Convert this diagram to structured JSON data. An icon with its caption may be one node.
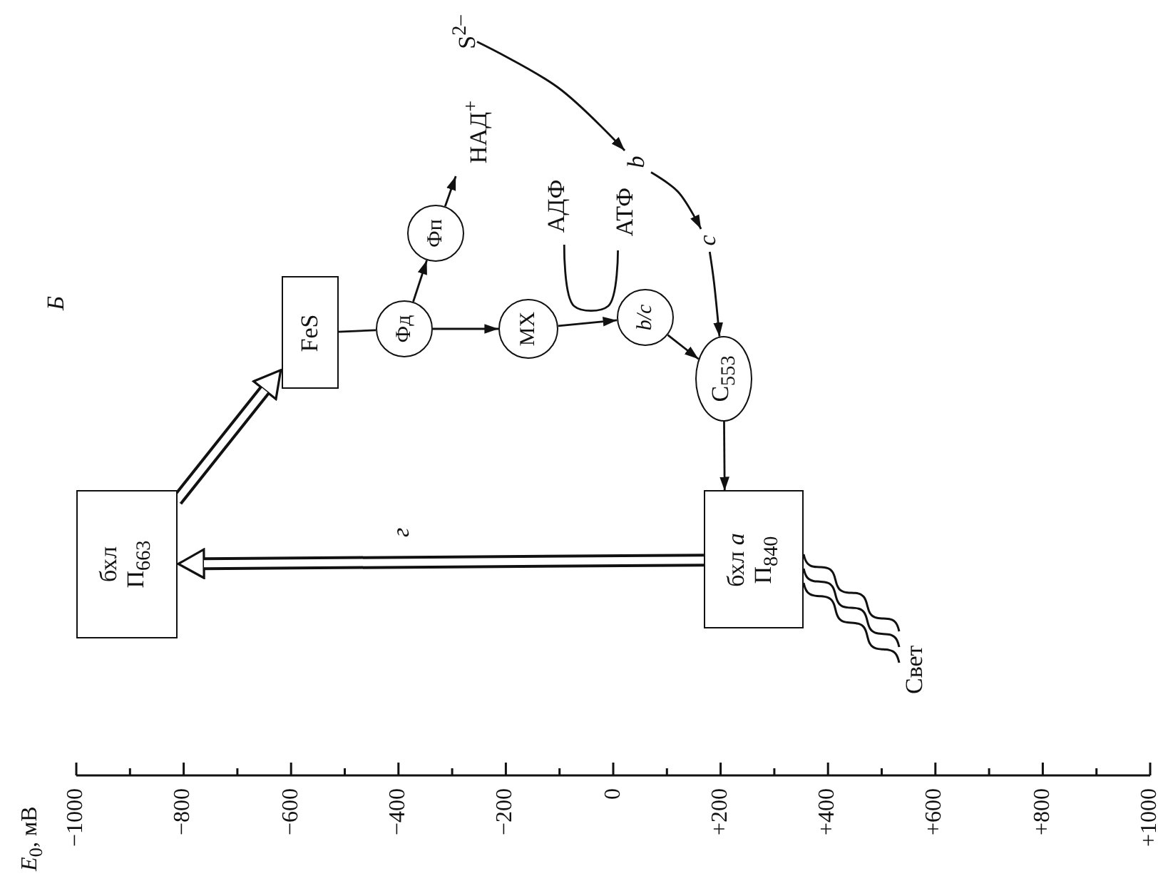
{
  "diagram": {
    "nodes": [
      {
        "text": [
          "FeS"
        ]
      },
      {
        "text": [
          "Фд"
        ]
      },
      {
        "text": [
          "Фп"
        ]
      },
      {
        "text": [
          "НАД$^{+}$"
        ]
      },
      {
        "text": [
          "S$^{2–}$"
        ]
      },
      {
        "text": [
          "МХ"
        ]
      },
      {
        "text": [
          "АДФ"
        ]
      },
      {
        "text": [
          "АТФ"
        ]
      },
      {
        "text": [
          "b"
        ]
      },
      {
        "text": [
          "c"
        ]
      },
      {
        "text": [
          "b/c"
        ]
      },
      {
        "text": [
          "С$_{553}$"
        ]
      },
      {
        "text": [
          "бхл",
          "П$_{663}$"
        ]
      },
      {
        "text": [
          "бхл *a*",
          "П$_{840}$"
        ]
      }
    ],
    "edges": [
      {
        "from": 0,
        "to": 1,
        "arrow": "none"
      },
      {
        "from": 1,
        "to": 2,
        "arrow": "to"
      },
      {
        "from": 2,
        "to": 3,
        "arrow": "to"
      },
      {
        "from": 1,
        "to": 5,
        "arrow": "to"
      },
      {
        "from": 5,
        "to": 10,
        "arrow": "to"
      },
      {
        "from": 10,
        "to": 11,
        "arrow": "to"
      },
      {
        "from": 4,
        "to": 8,
        "arrow": "to"
      },
      {
        "from": 8,
        "to": 9,
        "arrow": "to"
      },
      {
        "from": 9,
        "to": 11,
        "arrow": "to"
      },
      {
        "from": 11,
        "to": 13,
        "arrow": "to"
      },
      {
        "from": 13,
        "to": 12,
        "arrow": "to",
        "label": "г",
        "style": "thick"
      },
      {
        "from": 12,
        "to": 0,
        "arrow": "to",
        "style": "thick"
      },
      {
        "from": 6,
        "to": 7,
        "arrow": "none"
      }
    ],
    "labels": [
      "Б",
      "Свет",
      "*E*$_{0}$, мВ",
      "−1000",
      "−800",
      "−600",
      "−400",
      "−200",
      "0",
      "+200",
      "+400",
      "+600",
      "+800",
      "+1000"
    ]
  }
}
